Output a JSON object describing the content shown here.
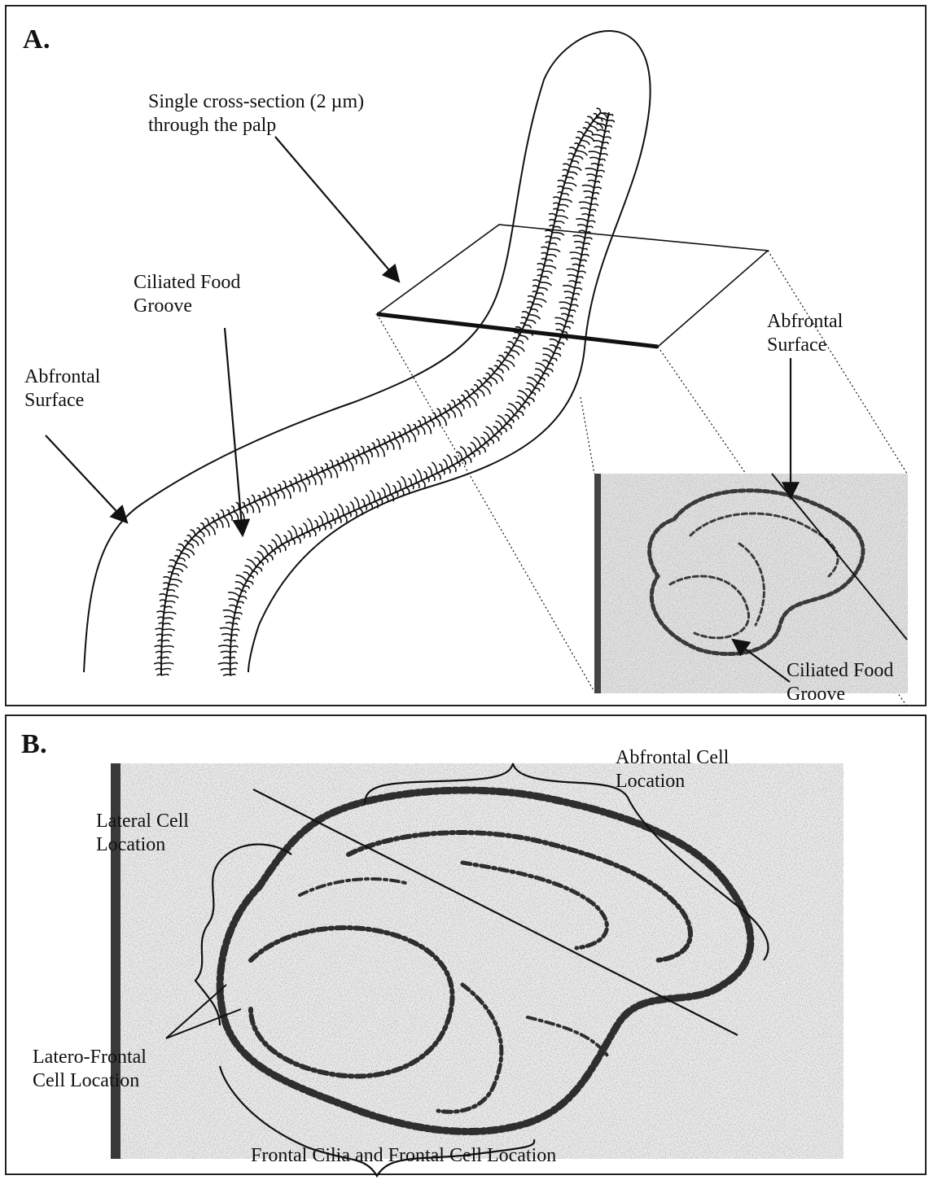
{
  "panel_a": {
    "letter": "A.",
    "labels": {
      "cross_section": [
        "Single cross-section (2 µm)",
        "through the palp"
      ],
      "food_groove": [
        "Ciliated Food",
        "Groove"
      ],
      "abfrontal_left": [
        "Abfrontal",
        "Surface"
      ],
      "abfrontal_right": [
        "Abfrontal",
        "Surface"
      ],
      "food_groove_inset": [
        "Ciliated Food",
        "Groove"
      ]
    }
  },
  "panel_b": {
    "letter": "B.",
    "labels": {
      "abfrontal_cell": [
        "Abfrontal Cell",
        "Location"
      ],
      "lateral_cell": [
        "Lateral Cell",
        "Location"
      ],
      "latero_frontal": [
        "Latero-Frontal",
        "Cell Location"
      ],
      "frontal": "Frontal Cilia and Frontal Cell Location"
    }
  },
  "colors": {
    "ink": "#111111",
    "micrograph_bg": "#e9e9e9",
    "tissue": "#3a3a3a"
  }
}
